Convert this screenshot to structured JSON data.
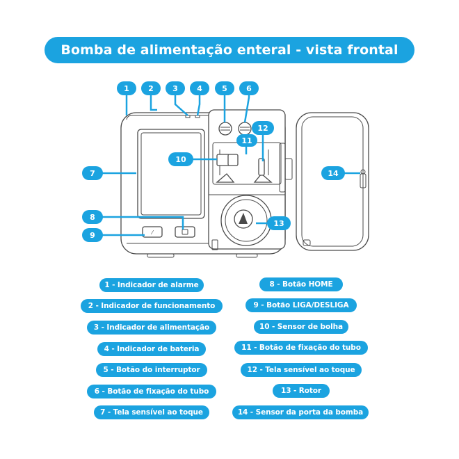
{
  "title": "Bomba de alimentação enteral - vista frontal",
  "callouts": [
    "1",
    "2",
    "3",
    "4",
    "5",
    "6",
    "7",
    "8",
    "9",
    "10",
    "11",
    "12",
    "13",
    "14"
  ],
  "legend_left": [
    "1 - Indicador de alarme",
    "2 - Indicador de funcionamento",
    "3 - Indicador de alimentação",
    "4 - Indicador de bateria",
    "5 - Botão do interruptor",
    "6 - Botão de fixação do tubo",
    "7 - Tela sensível ao toque"
  ],
  "legend_right": [
    "8 - Botão HOME",
    "9 - Botão LIGA/DESLIGA",
    "10 - Sensor de bolha",
    "11 - Botão de fixação do tubo",
    "12 - Tela sensível ao toque",
    "13 - Rotor",
    "14 - Sensor da porta da bomba"
  ],
  "colors": {
    "accent": "#1ba3e0",
    "outline": "#4a4a4a",
    "background": "#ffffff"
  }
}
